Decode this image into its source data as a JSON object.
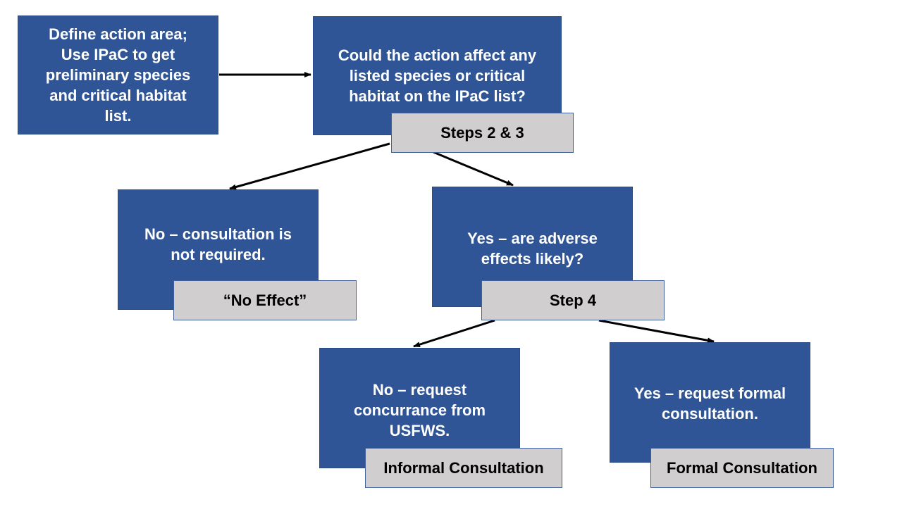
{
  "nodes": {
    "define": {
      "lines": [
        "Define action area;",
        "Use IPaC to get",
        "preliminary species",
        "and critical habitat",
        "list."
      ]
    },
    "affect": {
      "lines": [
        "Could the action affect any",
        "listed species or critical",
        "habitat on the IPaC list?"
      ]
    },
    "no_consult": {
      "lines": [
        "No – consultation is",
        "not required."
      ]
    },
    "adverse": {
      "lines": [
        "Yes – are adverse",
        "effects likely?"
      ]
    },
    "informal": {
      "lines": [
        "No – request",
        "concurrance from",
        "USFWS."
      ]
    },
    "formal": {
      "lines": [
        "Yes – request formal",
        "consultation."
      ]
    }
  },
  "tags": {
    "steps_2_3": "Steps 2 & 3",
    "no_effect": "“No Effect”",
    "step_4": "Step 4",
    "informal_consultation": "Informal Consultation",
    "formal_consultation": "Formal Consultation"
  },
  "colors": {
    "box_fill": "#2f5597",
    "tag_fill": "#d0cece",
    "arrow": "#000000"
  }
}
